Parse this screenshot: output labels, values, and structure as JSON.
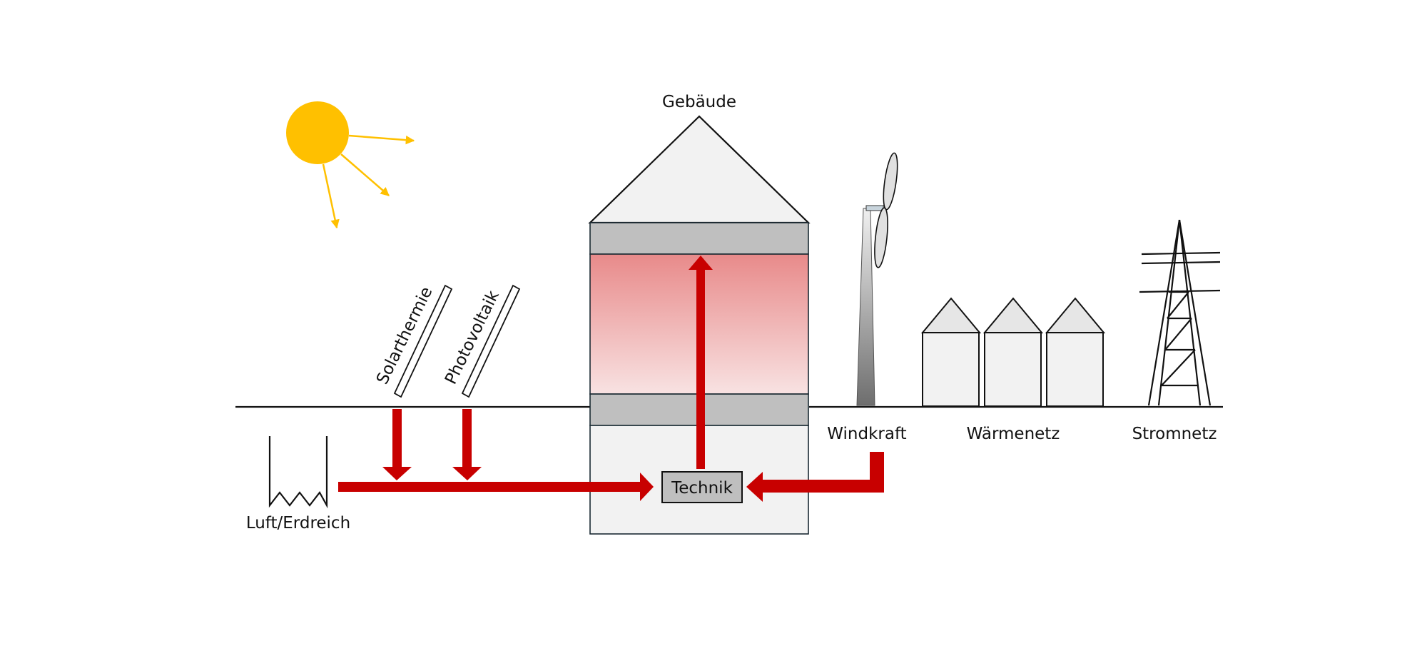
{
  "labels": {
    "building": "Gebäude",
    "solar_thermal": "Solarthermie",
    "photovoltaic": "Photovoltaik",
    "technology": "Technik",
    "air_ground": "Luft/Erdreich",
    "wind_power": "Windkraft",
    "heat_network": "Wärmenetz",
    "power_grid": "Stromnetz"
  },
  "colors": {
    "sun": "#FFC000",
    "flow_arrow": "#C80000",
    "building_fill": "#F2F2F2",
    "floor_slab": "#BFBFBF",
    "heated_zone_top": "#E88A8A",
    "heated_zone_bottom": "#F8E2E2",
    "technik_box": "#BFBFBF"
  }
}
